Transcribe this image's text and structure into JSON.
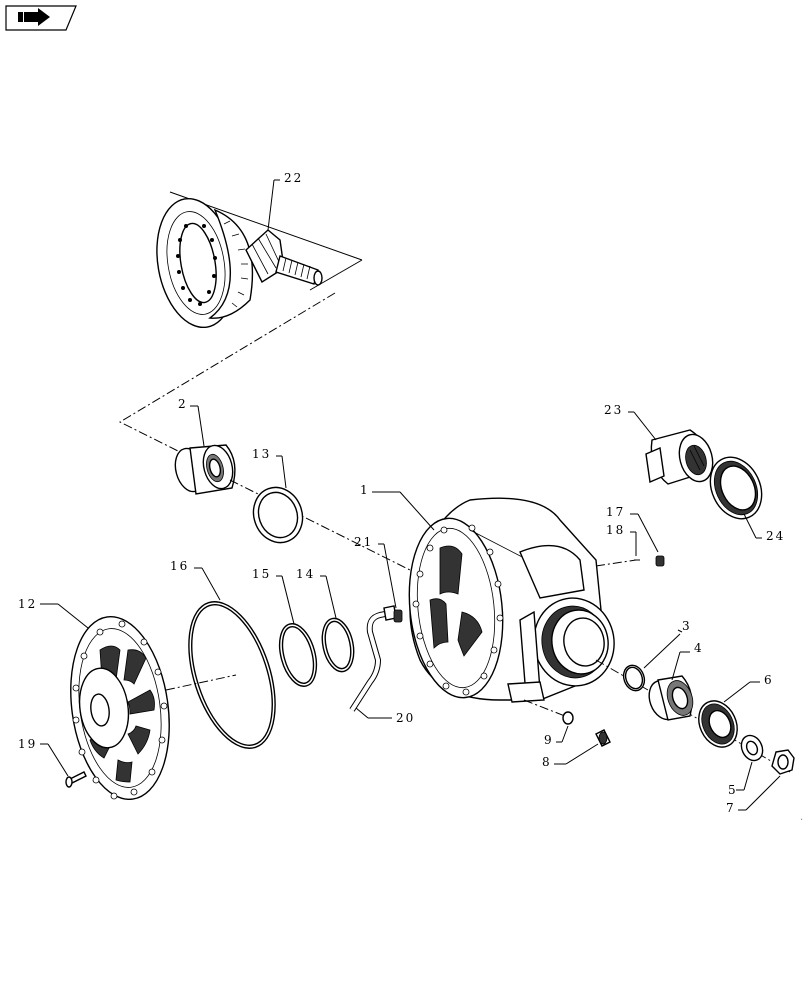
{
  "nav_icon": "book-arrow-icon",
  "callouts": {
    "c1": "1",
    "c2": "2",
    "c3": "3",
    "c4": "4",
    "c5": "5",
    "c6": "6",
    "c7": "7",
    "c8": "8",
    "c9": "9",
    "c12": "12",
    "c13": "13",
    "c14": "14",
    "c15": "15",
    "c16": "16",
    "c17": "17",
    "c18": "18",
    "c19": "19",
    "c20": "20",
    "c21": "21",
    "c22": "22",
    "c23": "23",
    "c24": "24"
  }
}
